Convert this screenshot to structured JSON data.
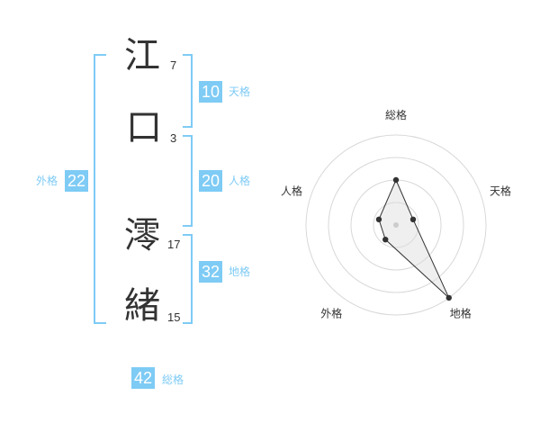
{
  "characters": [
    {
      "kanji": "江",
      "strokes": "7"
    },
    {
      "kanji": "口",
      "strokes": "3"
    },
    {
      "kanji": "澪",
      "strokes": "17"
    },
    {
      "kanji": "緒",
      "strokes": "15"
    }
  ],
  "kaku": {
    "tenkaku": {
      "value": "10",
      "label": "天格"
    },
    "jinkaku": {
      "value": "20",
      "label": "人格"
    },
    "chikaku": {
      "value": "32",
      "label": "地格"
    },
    "gaikaku": {
      "value": "22",
      "label": "外格"
    },
    "soukaku": {
      "value": "42",
      "label": "総格"
    }
  },
  "colors": {
    "accent": "#7ecbf5",
    "text": "#333333"
  },
  "chart_data": {
    "type": "radar",
    "axes": [
      "総格",
      "天格",
      "地格",
      "外格",
      "人格"
    ],
    "values": [
      2.5,
      1.0,
      5.0,
      1.0,
      1.0
    ],
    "rmax": 5,
    "rings": 4,
    "grid": true
  }
}
